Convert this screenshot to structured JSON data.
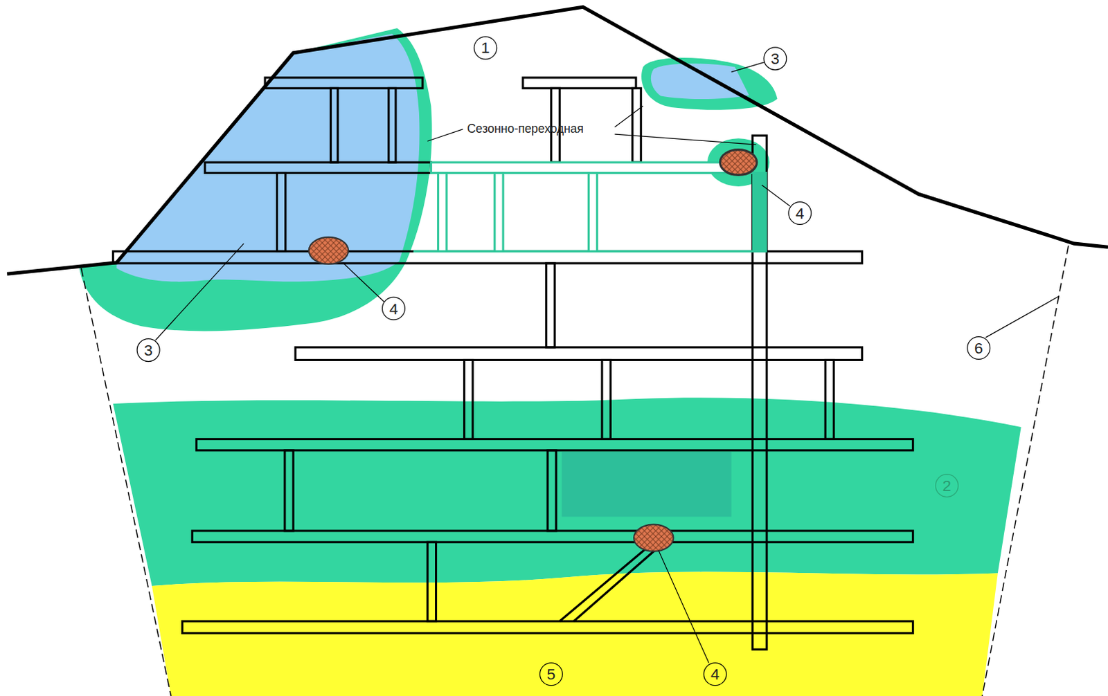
{
  "diagram": {
    "labels": [
      "1",
      "3",
      "Сезонно-переходная",
      "4",
      "4",
      "3",
      "6",
      "2",
      "4",
      "5"
    ]
  }
}
